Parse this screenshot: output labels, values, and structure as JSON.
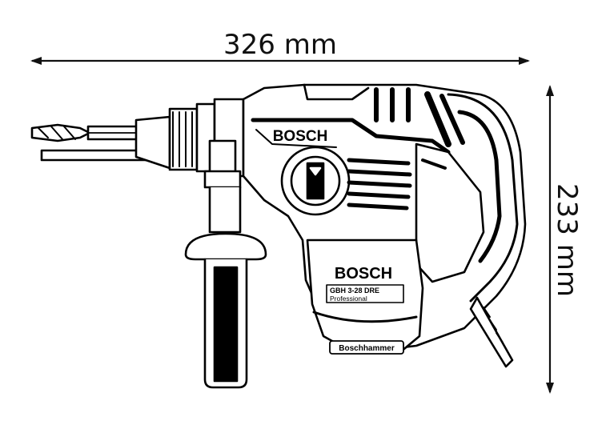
{
  "dimensions": {
    "width_label": "326 mm",
    "height_label": "233 mm"
  },
  "tool": {
    "brand_body": "BOSCH",
    "brand_top": "BOSCH",
    "model": "GBH 3-28 DRE",
    "line": "Professional",
    "nameplate": "Boschhammer"
  }
}
